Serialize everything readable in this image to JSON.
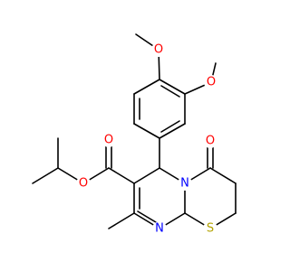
{
  "atoms": {
    "o_methoxy_top": {
      "symbol": "O",
      "color": "#ff0000"
    },
    "o_methoxy_right": {
      "symbol": "O",
      "color": "#ff0000"
    },
    "o_ketone": {
      "symbol": "O",
      "color": "#ff0000"
    },
    "o_carbonyl_ester": {
      "symbol": "O",
      "color": "#ff0000"
    },
    "o_ester_link": {
      "symbol": "O",
      "color": "#ff0000"
    },
    "n_ring": {
      "symbol": "N",
      "color": "#0000ff"
    },
    "n_imine": {
      "symbol": "N",
      "color": "#0000ff"
    },
    "s_ring": {
      "symbol": "S",
      "color": "#b2a200"
    }
  },
  "colors": {
    "bond": "#000000",
    "background": "#ffffff"
  }
}
